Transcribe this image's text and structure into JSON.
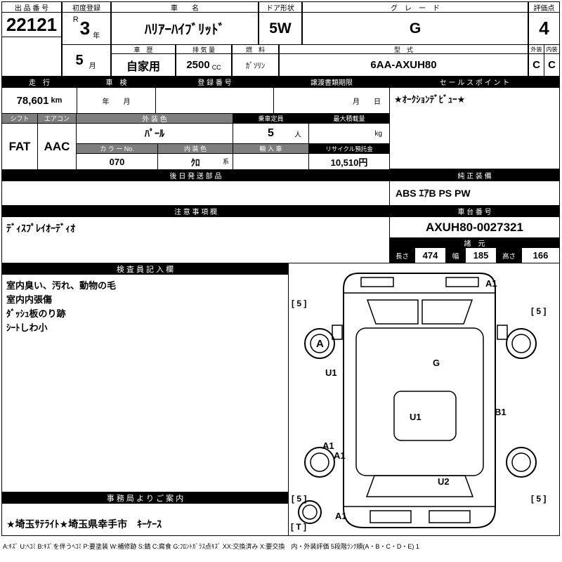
{
  "top": {
    "auction_no": {
      "label": "出 品 番 号",
      "value": "22121"
    },
    "first_reg": {
      "label": "初度登録",
      "era": "R",
      "year": "3",
      "year_unit": "年",
      "month": "5",
      "month_unit": "月"
    },
    "car_name": {
      "label": "車　　名",
      "value": "ﾊﾘｱｰﾊｲﾌﾞﾘｯﾄﾞ"
    },
    "door": {
      "label": "ドア形状",
      "value": "5W"
    },
    "grade": {
      "label": "グ　レ　ー　ド",
      "value": "G"
    },
    "score": {
      "label": "評価点",
      "value": "4"
    },
    "history": {
      "label": "車　歴",
      "value": "自家用"
    },
    "displacement": {
      "label": "排 気 量",
      "value": "2500",
      "unit": "CC"
    },
    "fuel": {
      "label": "燃　料",
      "value": "ｶﾞｿﾘﾝ"
    },
    "model": {
      "label": "型　式",
      "value": "6AA-AXUH80"
    },
    "exterior": {
      "label": "外装",
      "value": "C"
    },
    "interior": {
      "label": "内装",
      "value": "C"
    }
  },
  "registration": {
    "mileage": {
      "label": "走　行",
      "value": "78,601",
      "unit": "km"
    },
    "inspection": {
      "label": "車　検",
      "value": "年　　月"
    },
    "reg_no": {
      "label": "登 録 番 号",
      "value": ""
    },
    "transfer": {
      "label": "譲渡書類期限",
      "value": "月　　日"
    },
    "sales_point": {
      "label": "セ ー ル ス ポ イ ン ト",
      "value": "★ｵｰｸｼｮﾝﾃﾞﾋﾞｭｰ★"
    }
  },
  "spec": {
    "shift": {
      "label": "シフト",
      "value": "FAT"
    },
    "aircon": {
      "label": "エアコン",
      "value": "AAC"
    },
    "ext_color": {
      "label": "外  装  色",
      "value": "ﾊﾟｰﾙ"
    },
    "capacity": {
      "label": "乗車定員",
      "value": "5",
      "unit": "人"
    },
    "max_load": {
      "label": "最大積載量",
      "unit": "kg"
    },
    "color_no": {
      "label": "カ ラ ー No.",
      "value": "070"
    },
    "int_color": {
      "label": "内 装 色",
      "value": "ｸﾛ",
      "suffix": "系"
    },
    "import_car": {
      "label": "輸 入 車",
      "value": ""
    },
    "recycle": {
      "label": "リサイクル預託金",
      "value": "10,510円"
    }
  },
  "parts": {
    "later_parts": {
      "label": "後 日 発 送 部 品",
      "value": ""
    },
    "genuine": {
      "label": "純 正 装 備",
      "value": "ABS ｴｱB PS PW"
    }
  },
  "notes": {
    "caution": {
      "label": "注 意 事 項 欄",
      "value": "ﾃﾞｨｽﾌﾟﾚｲｵｰﾃﾞｨｵ"
    },
    "chassis": {
      "label": "車 台 番 号",
      "value": "AXUH80-0027321"
    },
    "dimensions": {
      "label": "諸　元",
      "length_label": "長さ",
      "length": "474",
      "width_label": "幅",
      "width": "185",
      "height_label": "高さ",
      "height": "166"
    }
  },
  "inspector": {
    "label": "検 査 員 記 入 欄",
    "lines": [
      "室内臭い、汚れ、動物の毛",
      "室内内張傷",
      "ﾀﾞｯｼｭ板のり跡",
      "ｼｰﾄしわ小"
    ]
  },
  "office": {
    "label": "事 務 局 よ り ご 案 内",
    "value": "★埼玉ｻﾃﾗｲﾄ★埼玉県幸手市　ｷｰｹｰｽ"
  },
  "diagram": {
    "labels": [
      "A1",
      "[ 5 ]",
      "[ 5 ]",
      "A",
      "U1",
      "G",
      "U1",
      "B1",
      "A1",
      "A1",
      "U2",
      "[ 5 ]",
      "[ 5 ]",
      "A1",
      "[ T ]"
    ]
  },
  "footer": {
    "legend": "A:ｷｽﾞ U:ﾍｺﾐ B:ｷｽﾞを伴うﾍｺﾐ P:要塗装 W:補修跡 S:錆 C:腐食 G:ﾌﾛﾝﾄｶﾞﾗｽ点ｷｽﾞ XX:交換済み X:要交換　内・外装評価 5段階ﾗﾝｸ順(A・B・C・D・E) 1"
  }
}
